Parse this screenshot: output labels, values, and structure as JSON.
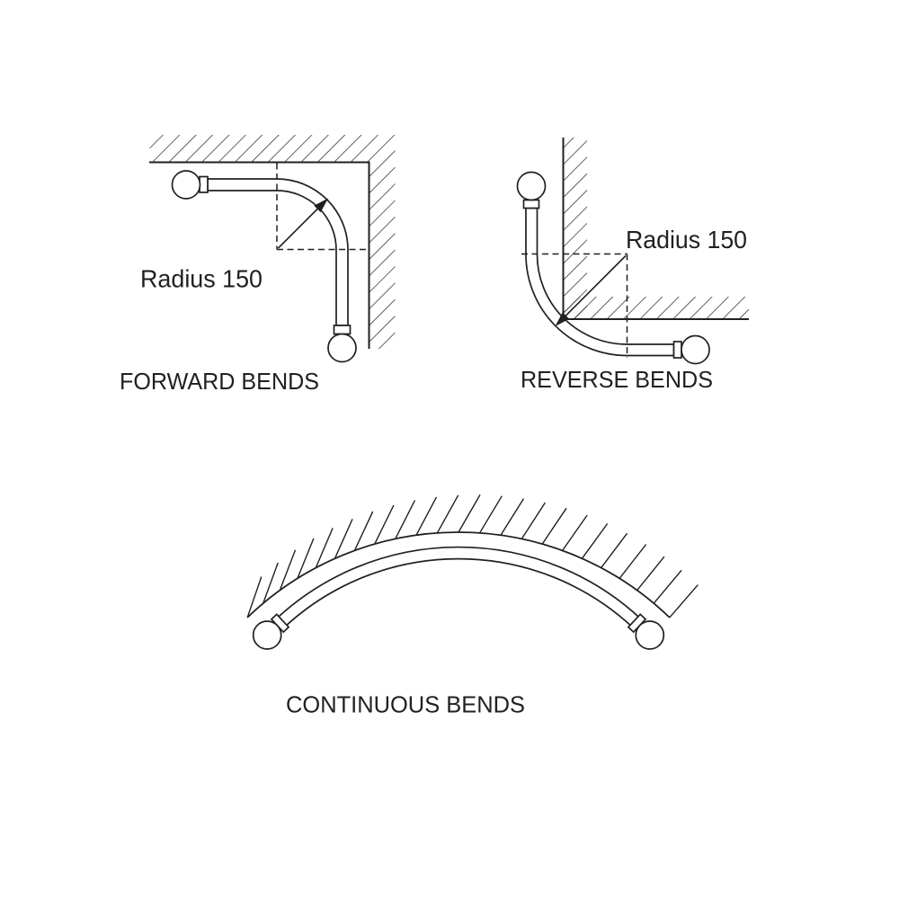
{
  "page": {
    "background": "#ffffff",
    "ink_color": "#231f20"
  },
  "figures": {
    "forward_bends": {
      "title": "FORWARD BENDS",
      "radius_label": "Radius 150"
    },
    "reverse_bends": {
      "title": "REVERSE BENDS",
      "radius_label": "Radius 150"
    },
    "continuous_bends": {
      "title": "CONTINUOUS BENDS"
    }
  }
}
